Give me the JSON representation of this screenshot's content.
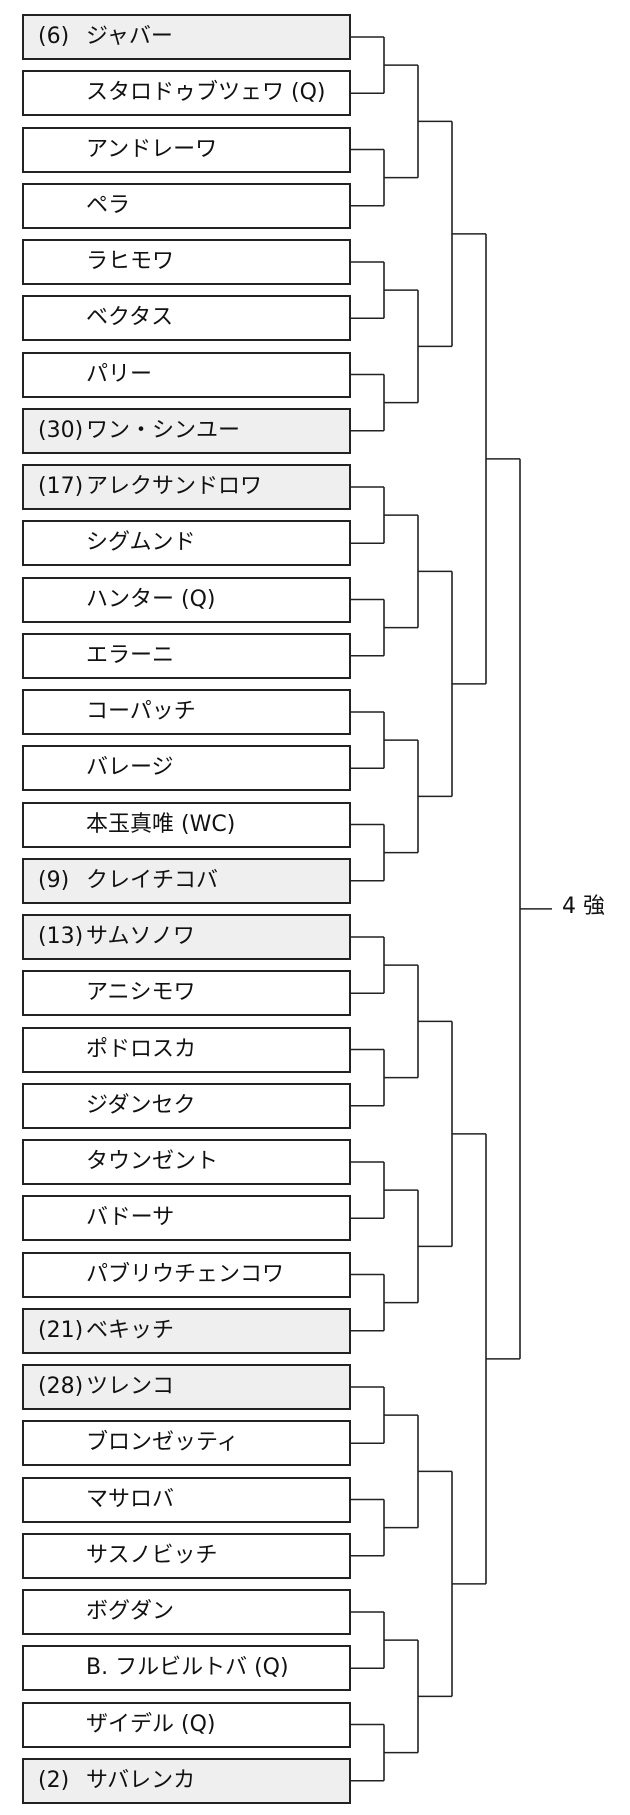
{
  "players": [
    {
      "seed": "(6)",
      "name": "ジャバー"
    },
    {
      "seed": "",
      "name": "スタロドゥブツェワ (Q)"
    },
    {
      "seed": "",
      "name": "アンドレーワ"
    },
    {
      "seed": "",
      "name": "ペラ"
    },
    {
      "seed": "",
      "name": "ラヒモワ"
    },
    {
      "seed": "",
      "name": "ベクタス"
    },
    {
      "seed": "",
      "name": "パリー"
    },
    {
      "seed": "(30)",
      "name": "ワン・シンユー"
    },
    {
      "seed": "(17)",
      "name": "アレクサンドロワ"
    },
    {
      "seed": "",
      "name": "シグムンド"
    },
    {
      "seed": "",
      "name": "ハンター (Q)"
    },
    {
      "seed": "",
      "name": "エラーニ"
    },
    {
      "seed": "",
      "name": "コーパッチ"
    },
    {
      "seed": "",
      "name": "バレージ"
    },
    {
      "seed": "",
      "name": "本玉真唯 (WC)"
    },
    {
      "seed": "(9)",
      "name": "クレイチコバ"
    },
    {
      "seed": "(13)",
      "name": "サムソノワ"
    },
    {
      "seed": "",
      "name": "アニシモワ"
    },
    {
      "seed": "",
      "name": "ポドロスカ"
    },
    {
      "seed": "",
      "name": "ジダンセク"
    },
    {
      "seed": "",
      "name": "タウンゼント"
    },
    {
      "seed": "",
      "name": "バドーサ"
    },
    {
      "seed": "",
      "name": "パブリウチェンコワ"
    },
    {
      "seed": "(21)",
      "name": "ベキッチ"
    },
    {
      "seed": "(28)",
      "name": "ツレンコ"
    },
    {
      "seed": "",
      "name": "ブロンゼッティ"
    },
    {
      "seed": "",
      "name": "マサロバ"
    },
    {
      "seed": "",
      "name": "サスノビッチ"
    },
    {
      "seed": "",
      "name": "ボグダン"
    },
    {
      "seed": "",
      "name": "B. フルビルトバ (Q)"
    },
    {
      "seed": "",
      "name": "ザイデル (Q)"
    },
    {
      "seed": "(2)",
      "name": "サバレンカ"
    }
  ],
  "final_label": "4 強"
}
